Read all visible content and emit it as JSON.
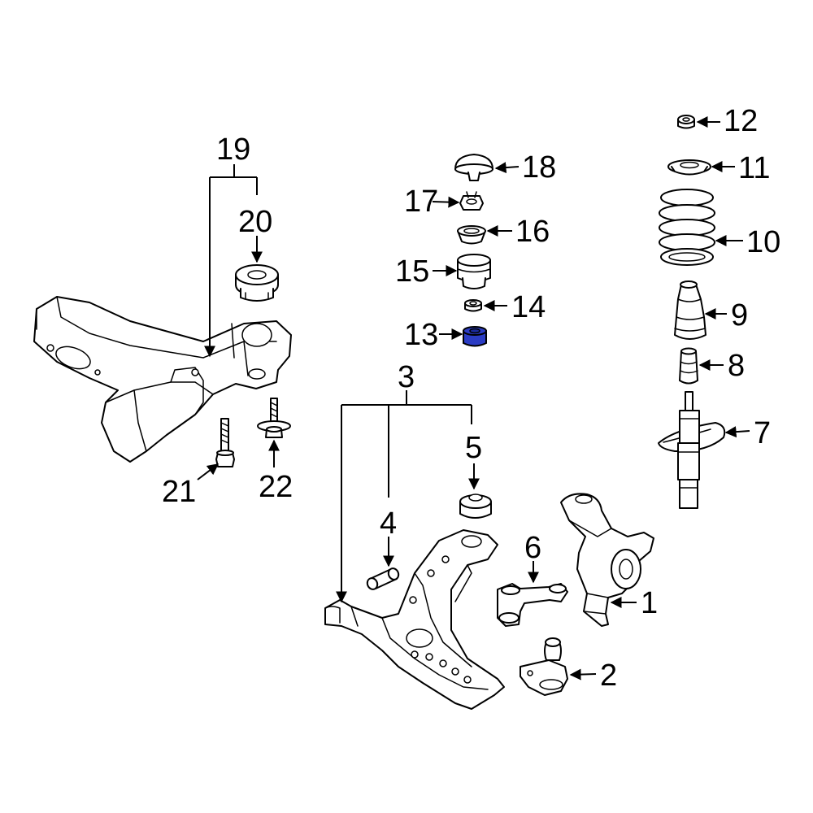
{
  "colors": {
    "line": "#000000",
    "background": "#ffffff",
    "highlight": "#2b3cc4"
  },
  "highlighted_callout": "13",
  "callouts": {
    "c1": "1",
    "c2": "2",
    "c3": "3",
    "c4": "4",
    "c5": "5",
    "c6": "6",
    "c7": "7",
    "c8": "8",
    "c9": "9",
    "c10": "10",
    "c11": "11",
    "c12": "12",
    "c13": "13",
    "c14": "14",
    "c15": "15",
    "c16": "16",
    "c17": "17",
    "c18": "18",
    "c19": "19",
    "c20": "20",
    "c21": "21",
    "c22": "22"
  }
}
